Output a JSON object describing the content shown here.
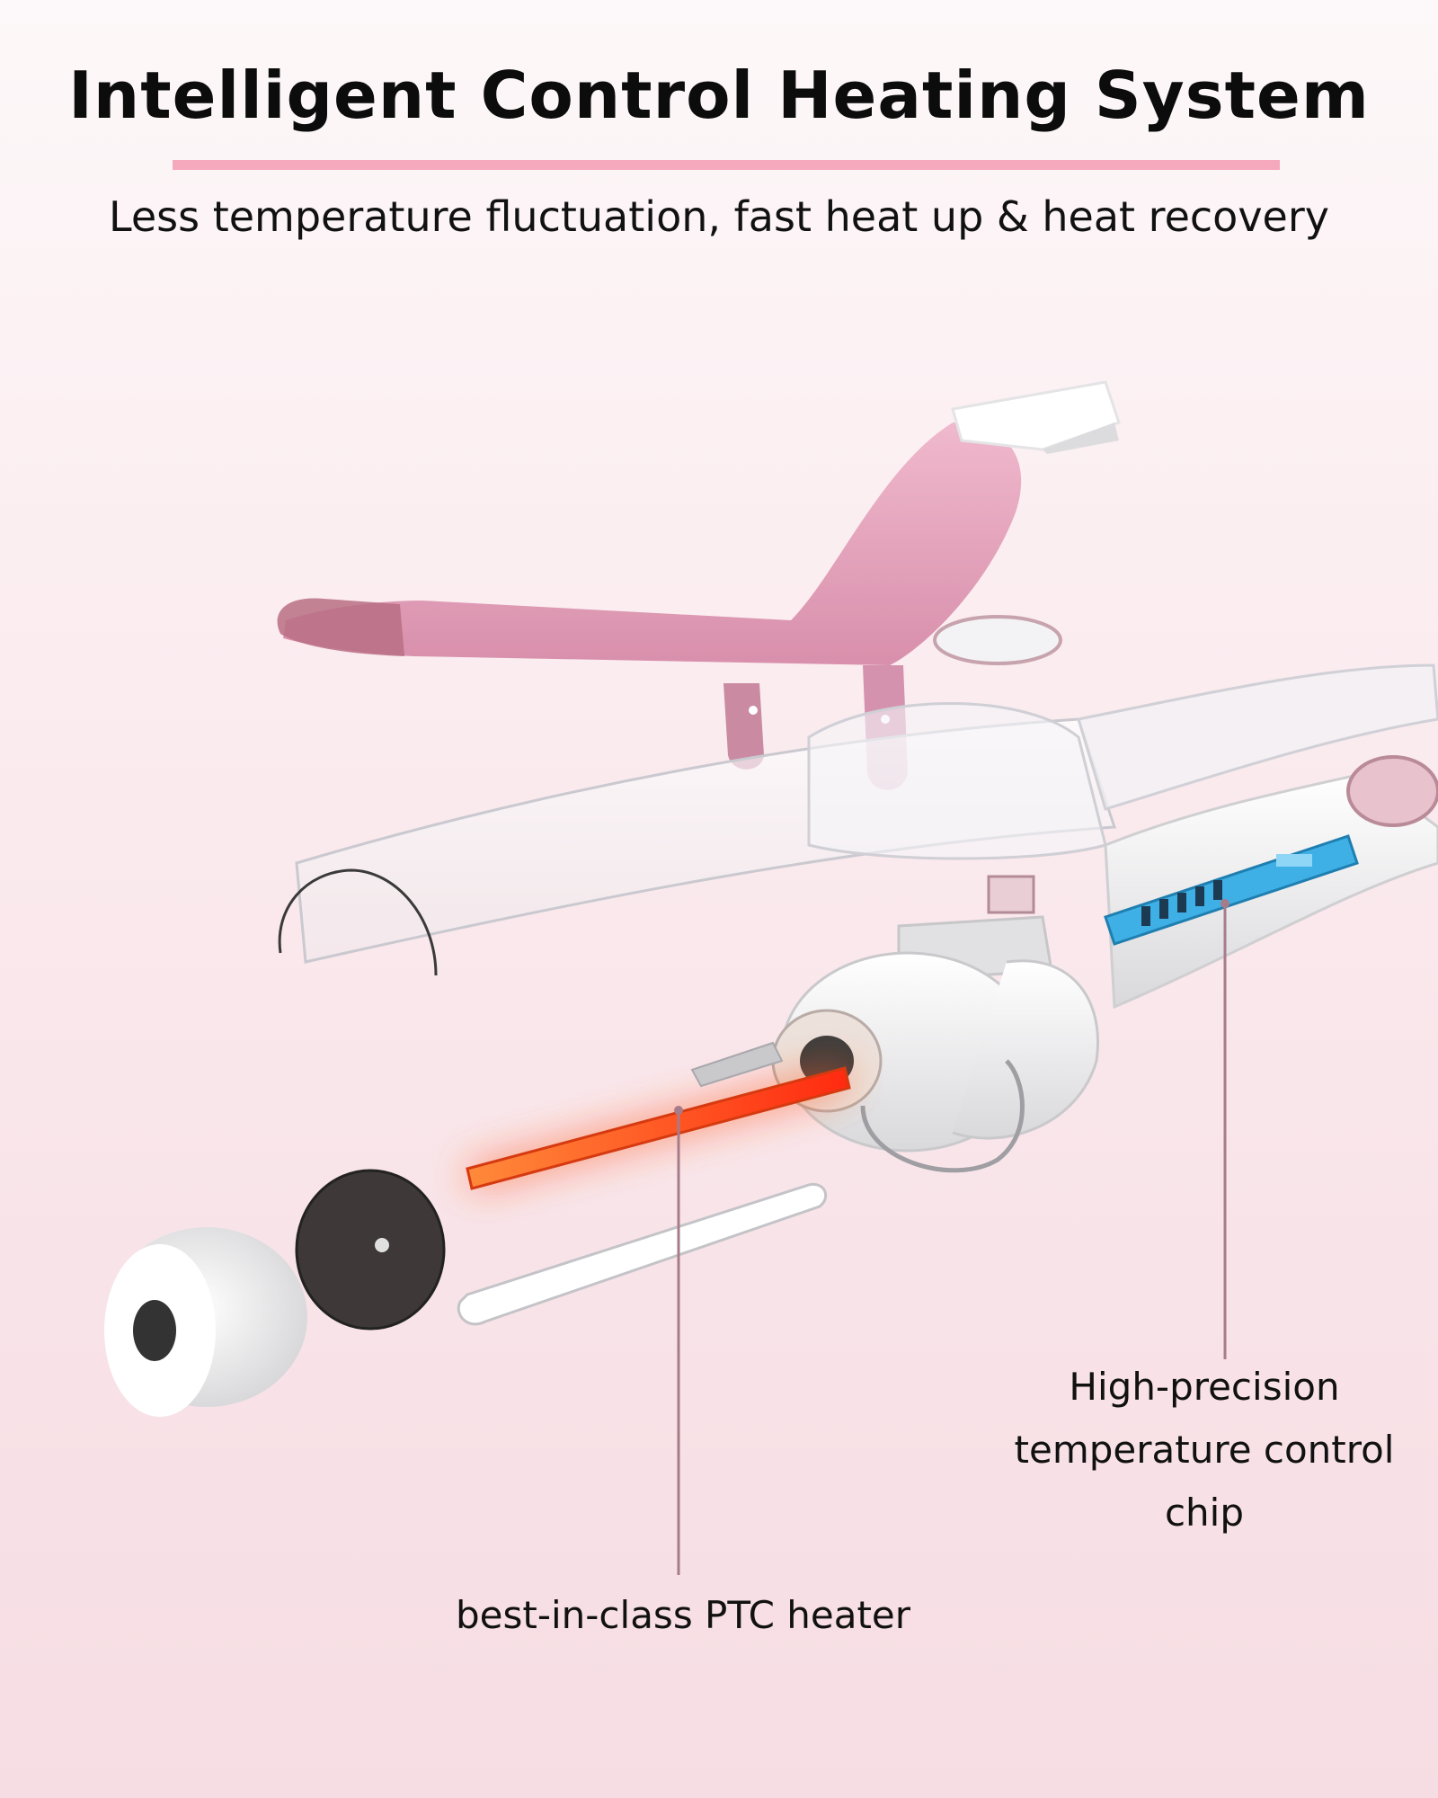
{
  "header": {
    "title": "Intelligent Control Heating System",
    "subtitle": "Less temperature fluctuation, fast heat up & heat recovery"
  },
  "callouts": {
    "chip_line1": "High-precision",
    "chip_line2": "temperature control chip",
    "ptc": "best-in-class PTC heater"
  },
  "colors": {
    "accent_rule": "#f6a9bc",
    "clamp_pink": "#e7a7bf",
    "heater_glow": "#ff4a1c",
    "chip_blue": "#3fb0e6"
  }
}
